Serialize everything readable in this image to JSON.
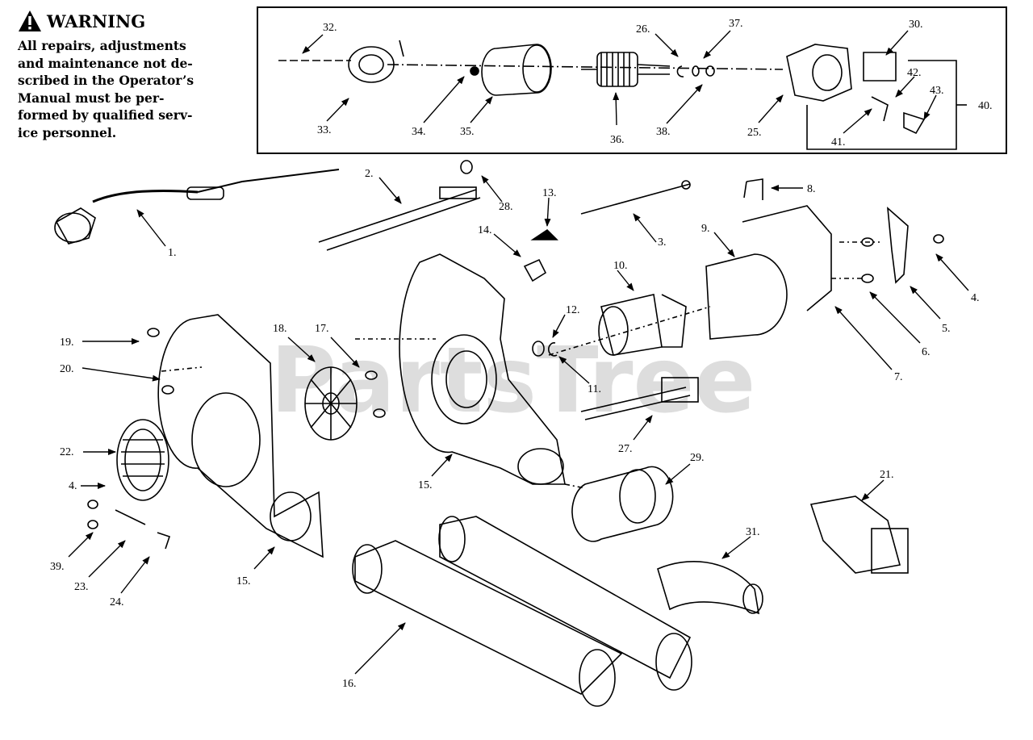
{
  "warning": {
    "title": "WARNING",
    "lines": [
      "All repairs, adjustments",
      "and maintenance not de-",
      "scribed in the Operator’s",
      "Manual must be per-",
      "formed by qualified serv-",
      "ice personnel."
    ]
  },
  "watermark": "PartsTree",
  "part_labels": [
    "1.",
    "2.",
    "3.",
    "4.",
    "4.",
    "5.",
    "6.",
    "7.",
    "8.",
    "9.",
    "10.",
    "11.",
    "12.",
    "13.",
    "14.",
    "15.",
    "15.",
    "16.",
    "17.",
    "18.",
    "19.",
    "20.",
    "21.",
    "22.",
    "23.",
    "24.",
    "25.",
    "26.",
    "27.",
    "28.",
    "29.",
    "30.",
    "31.",
    "32.",
    "33.",
    "34.",
    "35.",
    "36.",
    "37.",
    "38.",
    "39.",
    "40.",
    "41.",
    "42.",
    "43."
  ]
}
